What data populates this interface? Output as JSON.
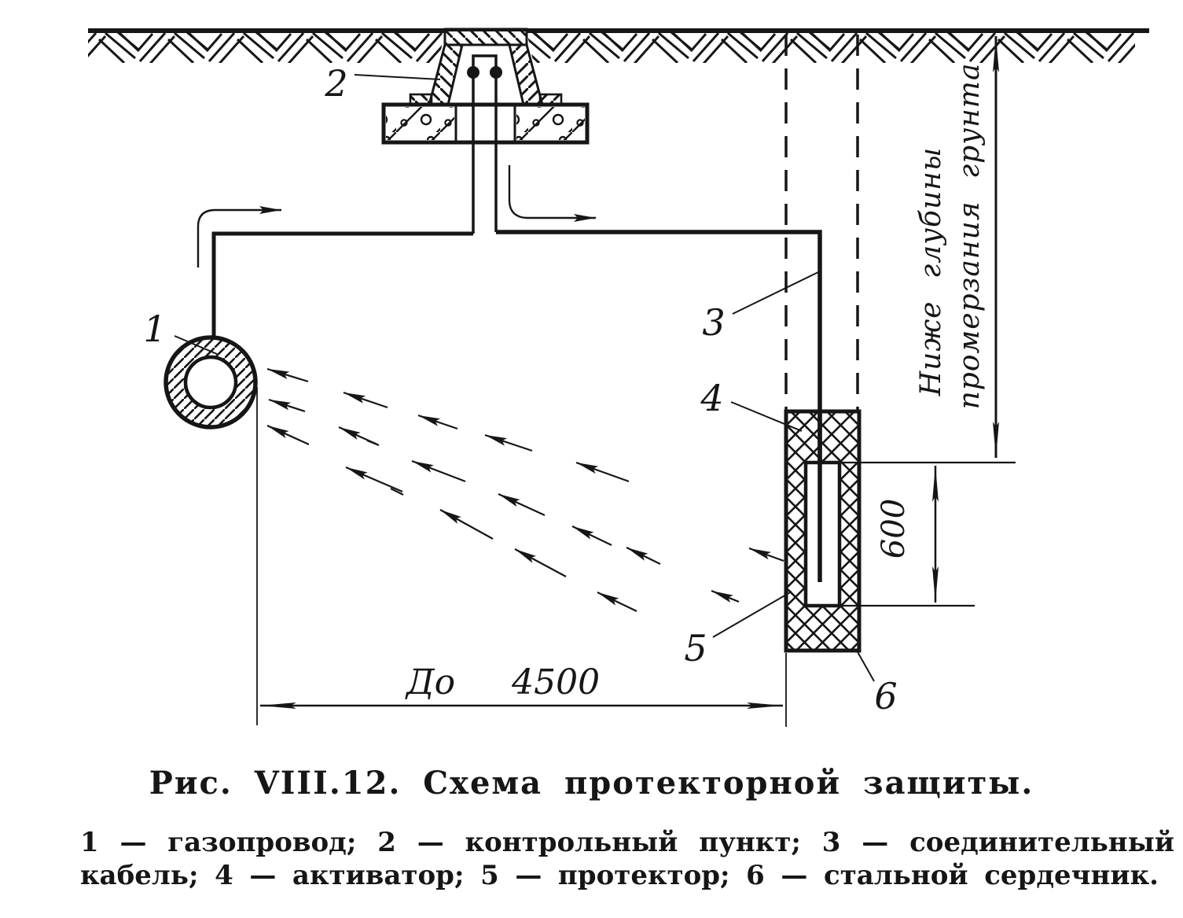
{
  "page": {
    "ink_color": "#161616",
    "paper_color": "#ffffff"
  },
  "figure": {
    "caption": "Рис. VIII.12. Схема протекторной защиты.",
    "legend": {
      "line1": "1 — газопровод; 2 — контрольный пункт; 3 — соединительный",
      "line2": "кабель; 4 — активатор; 5 — протектор; 6 — стальной сердечник."
    }
  },
  "diagram": {
    "callouts": {
      "pipeline": "1",
      "control_point": "2",
      "cable": "3",
      "activator": "4",
      "protector": "5",
      "steel_core": "6"
    },
    "dimensions": {
      "span": "До 4500",
      "protector_height": "600"
    },
    "frost_note": {
      "line1": "Ниже глубины",
      "line2": "промерзания грунта"
    }
  }
}
